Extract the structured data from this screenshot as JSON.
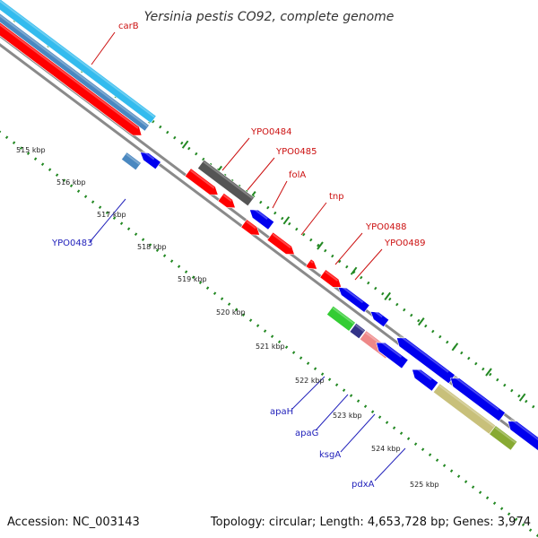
{
  "title": "Yersinia pestis CO92, complete genome",
  "footer": {
    "accession": "Accession: NC_003143",
    "topology": "Topology: circular; Length: 4,653,728 bp; Genes: 3,974"
  },
  "ticks": [
    {
      "label": "515 kbp"
    },
    {
      "label": "516 kbp"
    },
    {
      "label": "517 kbp"
    },
    {
      "label": "518 kbp"
    },
    {
      "label": "519 kbp"
    },
    {
      "label": "520 kbp"
    },
    {
      "label": "521 kbp"
    },
    {
      "label": "522 kbp"
    },
    {
      "label": "523 kbp"
    },
    {
      "label": "524 kbp"
    },
    {
      "label": "525 kbp"
    }
  ],
  "gene_labels": [
    {
      "name": "carB",
      "color": "#cc1111"
    },
    {
      "name": "YPO0484",
      "color": "#cc1111"
    },
    {
      "name": "YPO0485",
      "color": "#cc1111"
    },
    {
      "name": "folA",
      "color": "#cc1111"
    },
    {
      "name": "tnp",
      "color": "#cc1111"
    },
    {
      "name": "YPO0488",
      "color": "#cc1111"
    },
    {
      "name": "YPO0489",
      "color": "#cc1111"
    },
    {
      "name": "YPO0483",
      "color": "#2222bb"
    },
    {
      "name": "apaH",
      "color": "#2222bb"
    },
    {
      "name": "apaG",
      "color": "#2222bb"
    },
    {
      "name": "ksgA",
      "color": "#2222bb"
    },
    {
      "name": "pdxA",
      "color": "#2222bb"
    }
  ],
  "colors": {
    "backbone": "#8a8a8a",
    "forward_gene": "#ff0000",
    "reverse_gene": "#0000ee",
    "cyan_track": "#33bbee",
    "steel_track": "#4a88c0",
    "dark_gene": "#555555",
    "green_gene": "#33cc33",
    "pink_gene": "#ee8888",
    "navy_gene": "#333388",
    "khaki_gene": "#c8c07a",
    "olive_gene": "#88aa33",
    "tick_green": "#228822"
  }
}
